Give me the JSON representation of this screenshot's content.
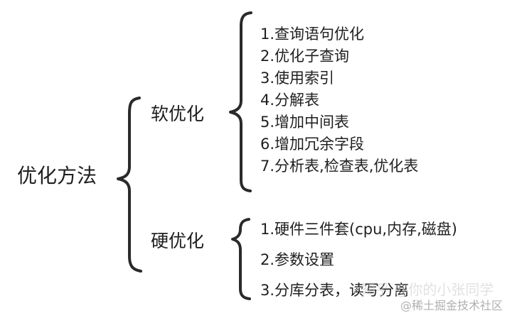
{
  "diagram": {
    "root": {
      "label": "优化方法"
    },
    "soft": {
      "label": "软优化",
      "items": [
        "1.查询语句优化",
        "2.优化子查询",
        "3.使用索引",
        "4.分解表",
        "5.增加中间表",
        "6.增加冗余字段",
        "7.分析表,检查表,优化表"
      ]
    },
    "hard": {
      "label": "硬优化",
      "items": [
        "1.硬件三件套(cpu,内存,磁盘)",
        "2.参数设置",
        "3.分库分表，读写分离"
      ]
    }
  },
  "watermark": {
    "main": "知乎 @你的小张同学",
    "sub": "@稀土掘金技术社区"
  }
}
